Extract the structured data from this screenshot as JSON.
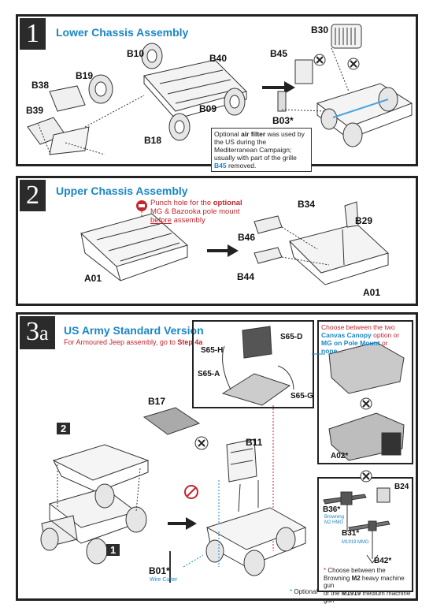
{
  "step1": {
    "number": "1",
    "title": "Lower Chassis Assembly",
    "labels": [
      "B10",
      "B40",
      "B19",
      "B38",
      "B39",
      "B09",
      "B18",
      "B30",
      "B45",
      "B03*"
    ],
    "note_pre": "Optional ",
    "note_bold": "air filter",
    "note_mid": " was used by the US during the Mediterranean Campaign; usually with part of the grille ",
    "note_ref": "B45",
    "note_post": " removed."
  },
  "step2": {
    "number": "2",
    "title": "Upper Chassis Assembly",
    "punch_pre": "Punch hole for the ",
    "punch_bold": "optional",
    "punch_line2": "MG & Bazooka pole mount",
    "punch_underline": "before",
    "punch_post": " assembly",
    "labels": [
      "A01",
      "B34",
      "B29",
      "B46",
      "B44",
      "A01"
    ]
  },
  "step3a": {
    "number": "3",
    "suffix": "a",
    "title": "US Army Standard Version",
    "subtitle_pre": "For Armoured Jeep assembly, go to ",
    "subtitle_bold": "Step 4a",
    "canopy_labels": [
      "S65-D",
      "S65-H",
      "S65-A",
      "S65-G"
    ],
    "choose_pre": "Choose between the two ",
    "choose_canvas": "Canvas Canopy",
    "choose_mid": " option or ",
    "choose_mg": "MG on Pole Mount",
    "choose_mid2": " or ",
    "choose_none": "none",
    "choose_post": "...",
    "labels": [
      "B17",
      "B11",
      "A02*",
      "B24",
      "B36*",
      "B31*",
      "B42*"
    ],
    "b36_sub1": "Browning",
    "b36_sub2": "M2 HMG",
    "b31_sub": "M1919 MMG",
    "b01": "B01*",
    "b01_sub": "Wire Cutter",
    "sub_step_2": "2",
    "sub_step_1": "1",
    "mg_note_line1": "Choose between the",
    "mg_note_line2_pre": "Browning ",
    "mg_note_m2": "M2",
    "mg_note_line2_post": " heavy machine gun",
    "mg_note_line3_pre": "or the ",
    "mg_note_m1919": "M1919",
    "mg_note_line3_post": " medium machine gun",
    "optional": "Optional"
  }
}
